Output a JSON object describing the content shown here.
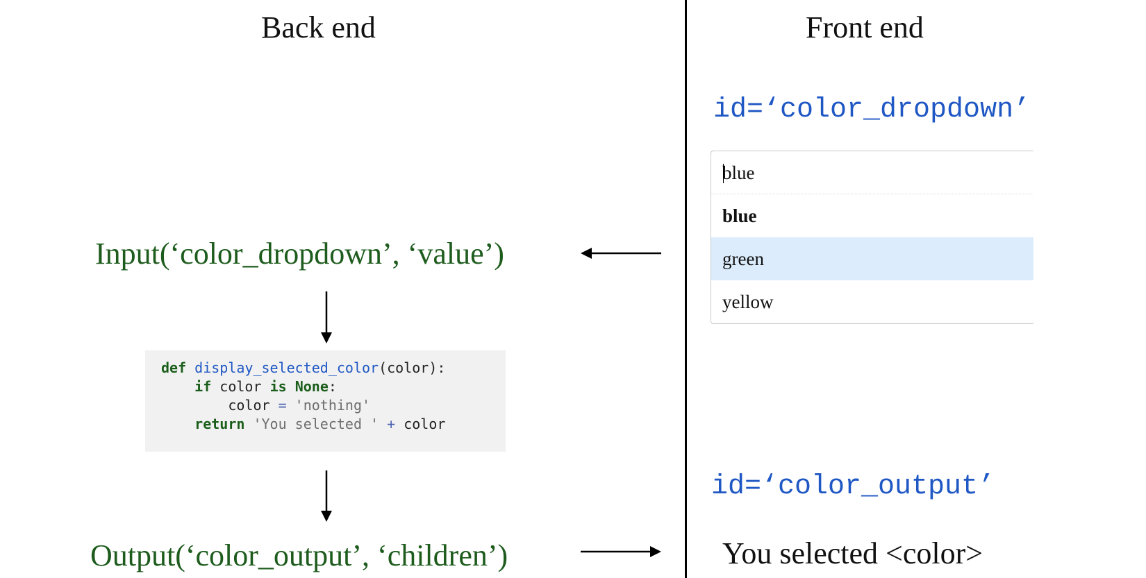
{
  "headings": {
    "back_end": "Back end",
    "front_end": "Front end"
  },
  "backend": {
    "input_call": "Input(‘color_dropdown’, ‘value’)",
    "output_call": "Output(‘color_output’, ‘children’)",
    "code": {
      "line1": {
        "kw": "def",
        "fn": "display_selected_color",
        "rest": "(color):"
      },
      "line2": {
        "kw1": "if",
        "mid": " color ",
        "kw2": "is",
        "sp": " ",
        "kw3": "None",
        "end": ":"
      },
      "line3": {
        "pre": "color ",
        "op": "=",
        "str": " 'nothing'"
      },
      "line4": {
        "kw": "return",
        "str": " 'You selected '",
        "op": " +",
        "rest": " color"
      }
    }
  },
  "frontend": {
    "dropdown_id": "id=‘color_dropdown’",
    "dropdown": {
      "value": "blue",
      "options": [
        "blue",
        "green",
        "yellow"
      ],
      "highlighted": "green"
    },
    "output_id": "id=‘color_output’",
    "output_text": "You selected <color>"
  },
  "colors": {
    "green_text": "#1e5c1e",
    "id_blue": "#1f57c4",
    "highlight": "#dcecfc",
    "code_bg": "#f1f1f1"
  }
}
